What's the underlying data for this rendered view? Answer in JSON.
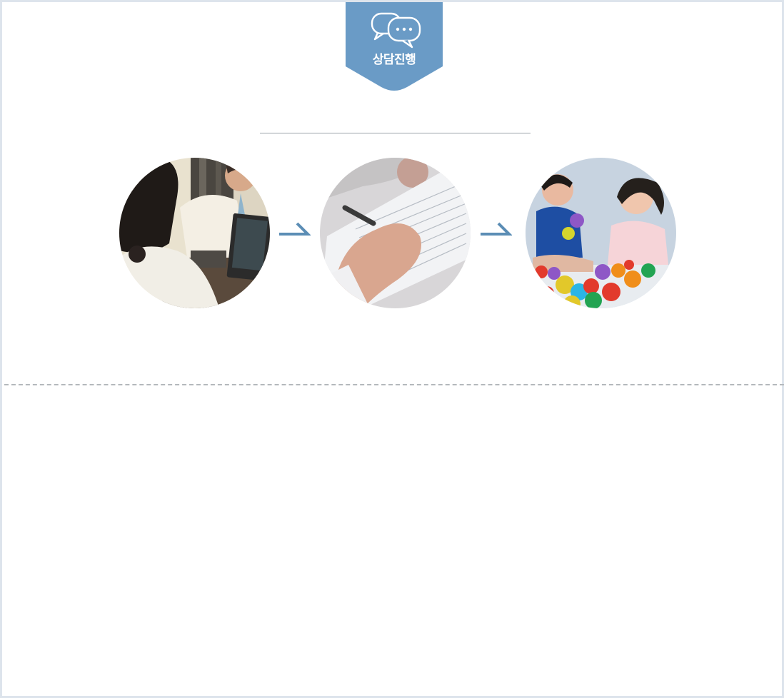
{
  "header": {
    "badge_label": "상담진행",
    "badge_icon": "speech-bubbles-icon",
    "badge_color": "#6a9bc6"
  },
  "steps": [
    {
      "name": "consultation-meeting",
      "icon": "people-at-desk-photo"
    },
    {
      "name": "writing-notes",
      "icon": "hand-writing-photo"
    },
    {
      "name": "children-playing",
      "icon": "kids-playing-balls-photo"
    }
  ],
  "colors": {
    "arrow": "#5b8db5",
    "divider": "#9aa2a9",
    "dashed": "#b4b8bc",
    "frame": "#dde4ec"
  }
}
